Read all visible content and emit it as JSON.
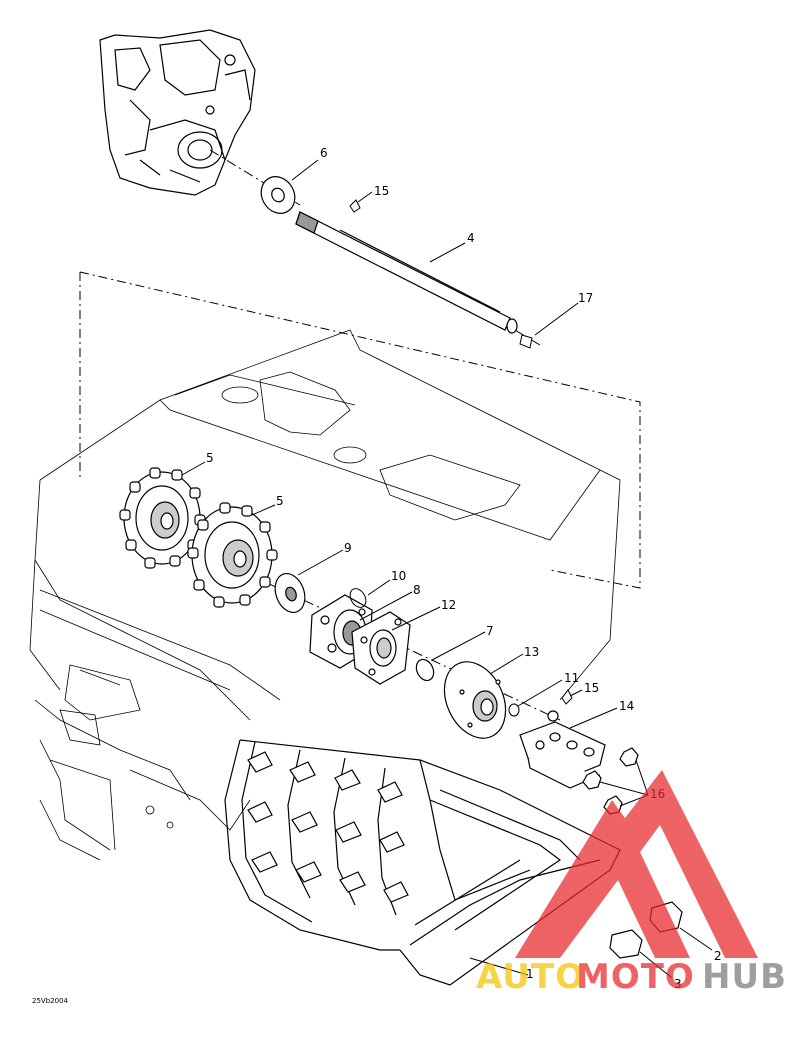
{
  "diagram": {
    "reference_code": "25Vb2004",
    "callouts": [
      {
        "id": "c1",
        "label": "1"
      },
      {
        "id": "c2",
        "label": "2"
      },
      {
        "id": "c3",
        "label": "3"
      },
      {
        "id": "c4",
        "label": "4"
      },
      {
        "id": "c5a",
        "label": "5"
      },
      {
        "id": "c5b",
        "label": "5"
      },
      {
        "id": "c6",
        "label": "6"
      },
      {
        "id": "c7",
        "label": "7"
      },
      {
        "id": "c8",
        "label": "8"
      },
      {
        "id": "c9",
        "label": "9"
      },
      {
        "id": "c10",
        "label": "10"
      },
      {
        "id": "c11",
        "label": "11"
      },
      {
        "id": "c12",
        "label": "12"
      },
      {
        "id": "c13",
        "label": "13"
      },
      {
        "id": "c14",
        "label": "14"
      },
      {
        "id": "c15a",
        "label": "15"
      },
      {
        "id": "c15b",
        "label": "15"
      },
      {
        "id": "c16",
        "label": "16"
      },
      {
        "id": "c17",
        "label": "17"
      }
    ]
  },
  "watermark": {
    "word_a": "AUTO",
    "word_b": "MOTO",
    "word_c": "HUB",
    "color_red": "#e8272a",
    "color_yellow": "#f3c400",
    "color_gray": "#7a7a7a"
  }
}
